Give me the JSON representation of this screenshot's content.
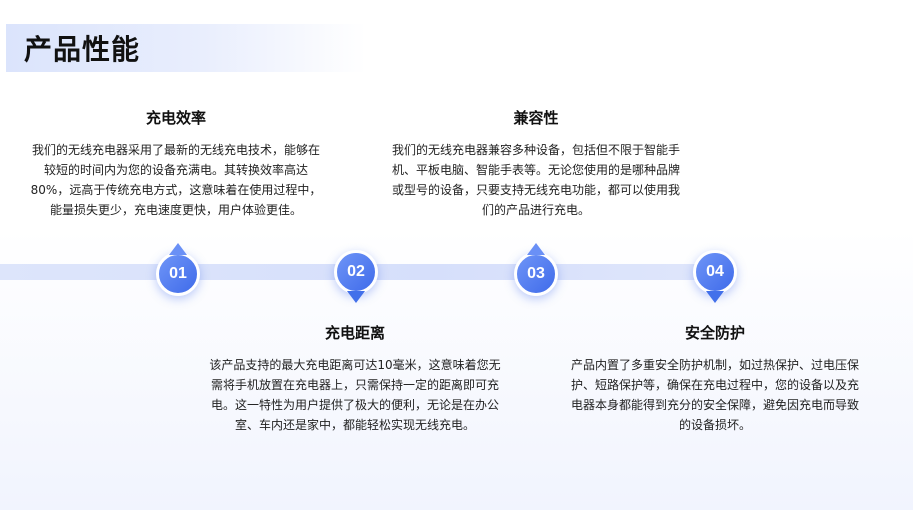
{
  "page": {
    "title": "产品性能"
  },
  "colors": {
    "accent": "#3f6bea",
    "accent_light": "#6f95f7",
    "band": "#d6dffb",
    "title_bar": "#dbe4fc"
  },
  "steps": [
    {
      "number": "01",
      "title": "充电效率",
      "text": "我们的无线充电器采用了最新的无线充电技术，能够在较短的时间内为您的设备充满电。其转换效率高达80%，远高于传统充电方式，这意味着在使用过程中，能量损失更少，充电速度更快，用户体验更佳。"
    },
    {
      "number": "02",
      "title": "充电距离",
      "text": "该产品支持的最大充电距离可达10毫米，这意味着您无需将手机放置在充电器上，只需保持一定的距离即可充电。这一特性为用户提供了极大的便利，无论是在办公室、车内还是家中，都能轻松实现无线充电。"
    },
    {
      "number": "03",
      "title": "兼容性",
      "text": "我们的无线充电器兼容多种设备，包括但不限于智能手机、平板电脑、智能手表等。无论您使用的是哪种品牌或型号的设备，只要支持无线充电功能，都可以使用我们的产品进行充电。"
    },
    {
      "number": "04",
      "title": "安全防护",
      "text": "产品内置了多重安全防护机制，如过热保护、过电压保护、短路保护等，确保在充电过程中，您的设备以及充电器本身都能得到充分的安全保障，避免因充电而导致的设备损坏。"
    }
  ]
}
